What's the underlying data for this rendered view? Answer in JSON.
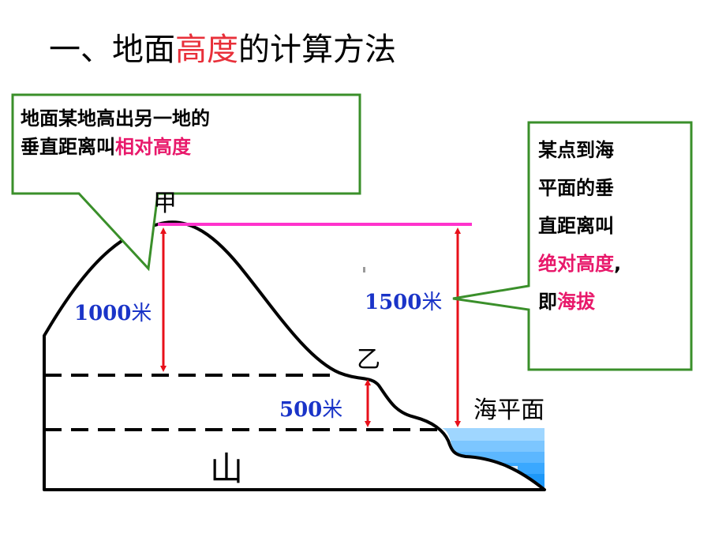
{
  "title": {
    "prefix": "一、地面",
    "highlight": "高度",
    "suffix": "的计算方法"
  },
  "callout_left": {
    "line1": "地面某地高出另一地的",
    "line2_prefix": "垂直距离叫",
    "line2_highlight": "相对高度"
  },
  "callout_right": {
    "line1": "某点到海",
    "line2": "平面的垂",
    "line3": "直距离叫",
    "line4_highlight": "绝对高度",
    "line4_suffix": ",",
    "line5_prefix": "即",
    "line5_highlight": "海拔"
  },
  "points": {
    "jia": "甲",
    "yi": "乙"
  },
  "measurements": {
    "m1000_num": "1000",
    "m1500_num": "1500",
    "m500_num": "500",
    "unit": "米"
  },
  "sea_level_label": "海平面",
  "mountain_label": "山",
  "colors": {
    "title_highlight": "#e8303a",
    "callout_highlight": "#e8186a",
    "callout_border": "#3a8f2a",
    "arrow": "#e8101a",
    "top_line": "#ff33cc",
    "number": "#1a34c8",
    "water": "#4db8ff"
  }
}
